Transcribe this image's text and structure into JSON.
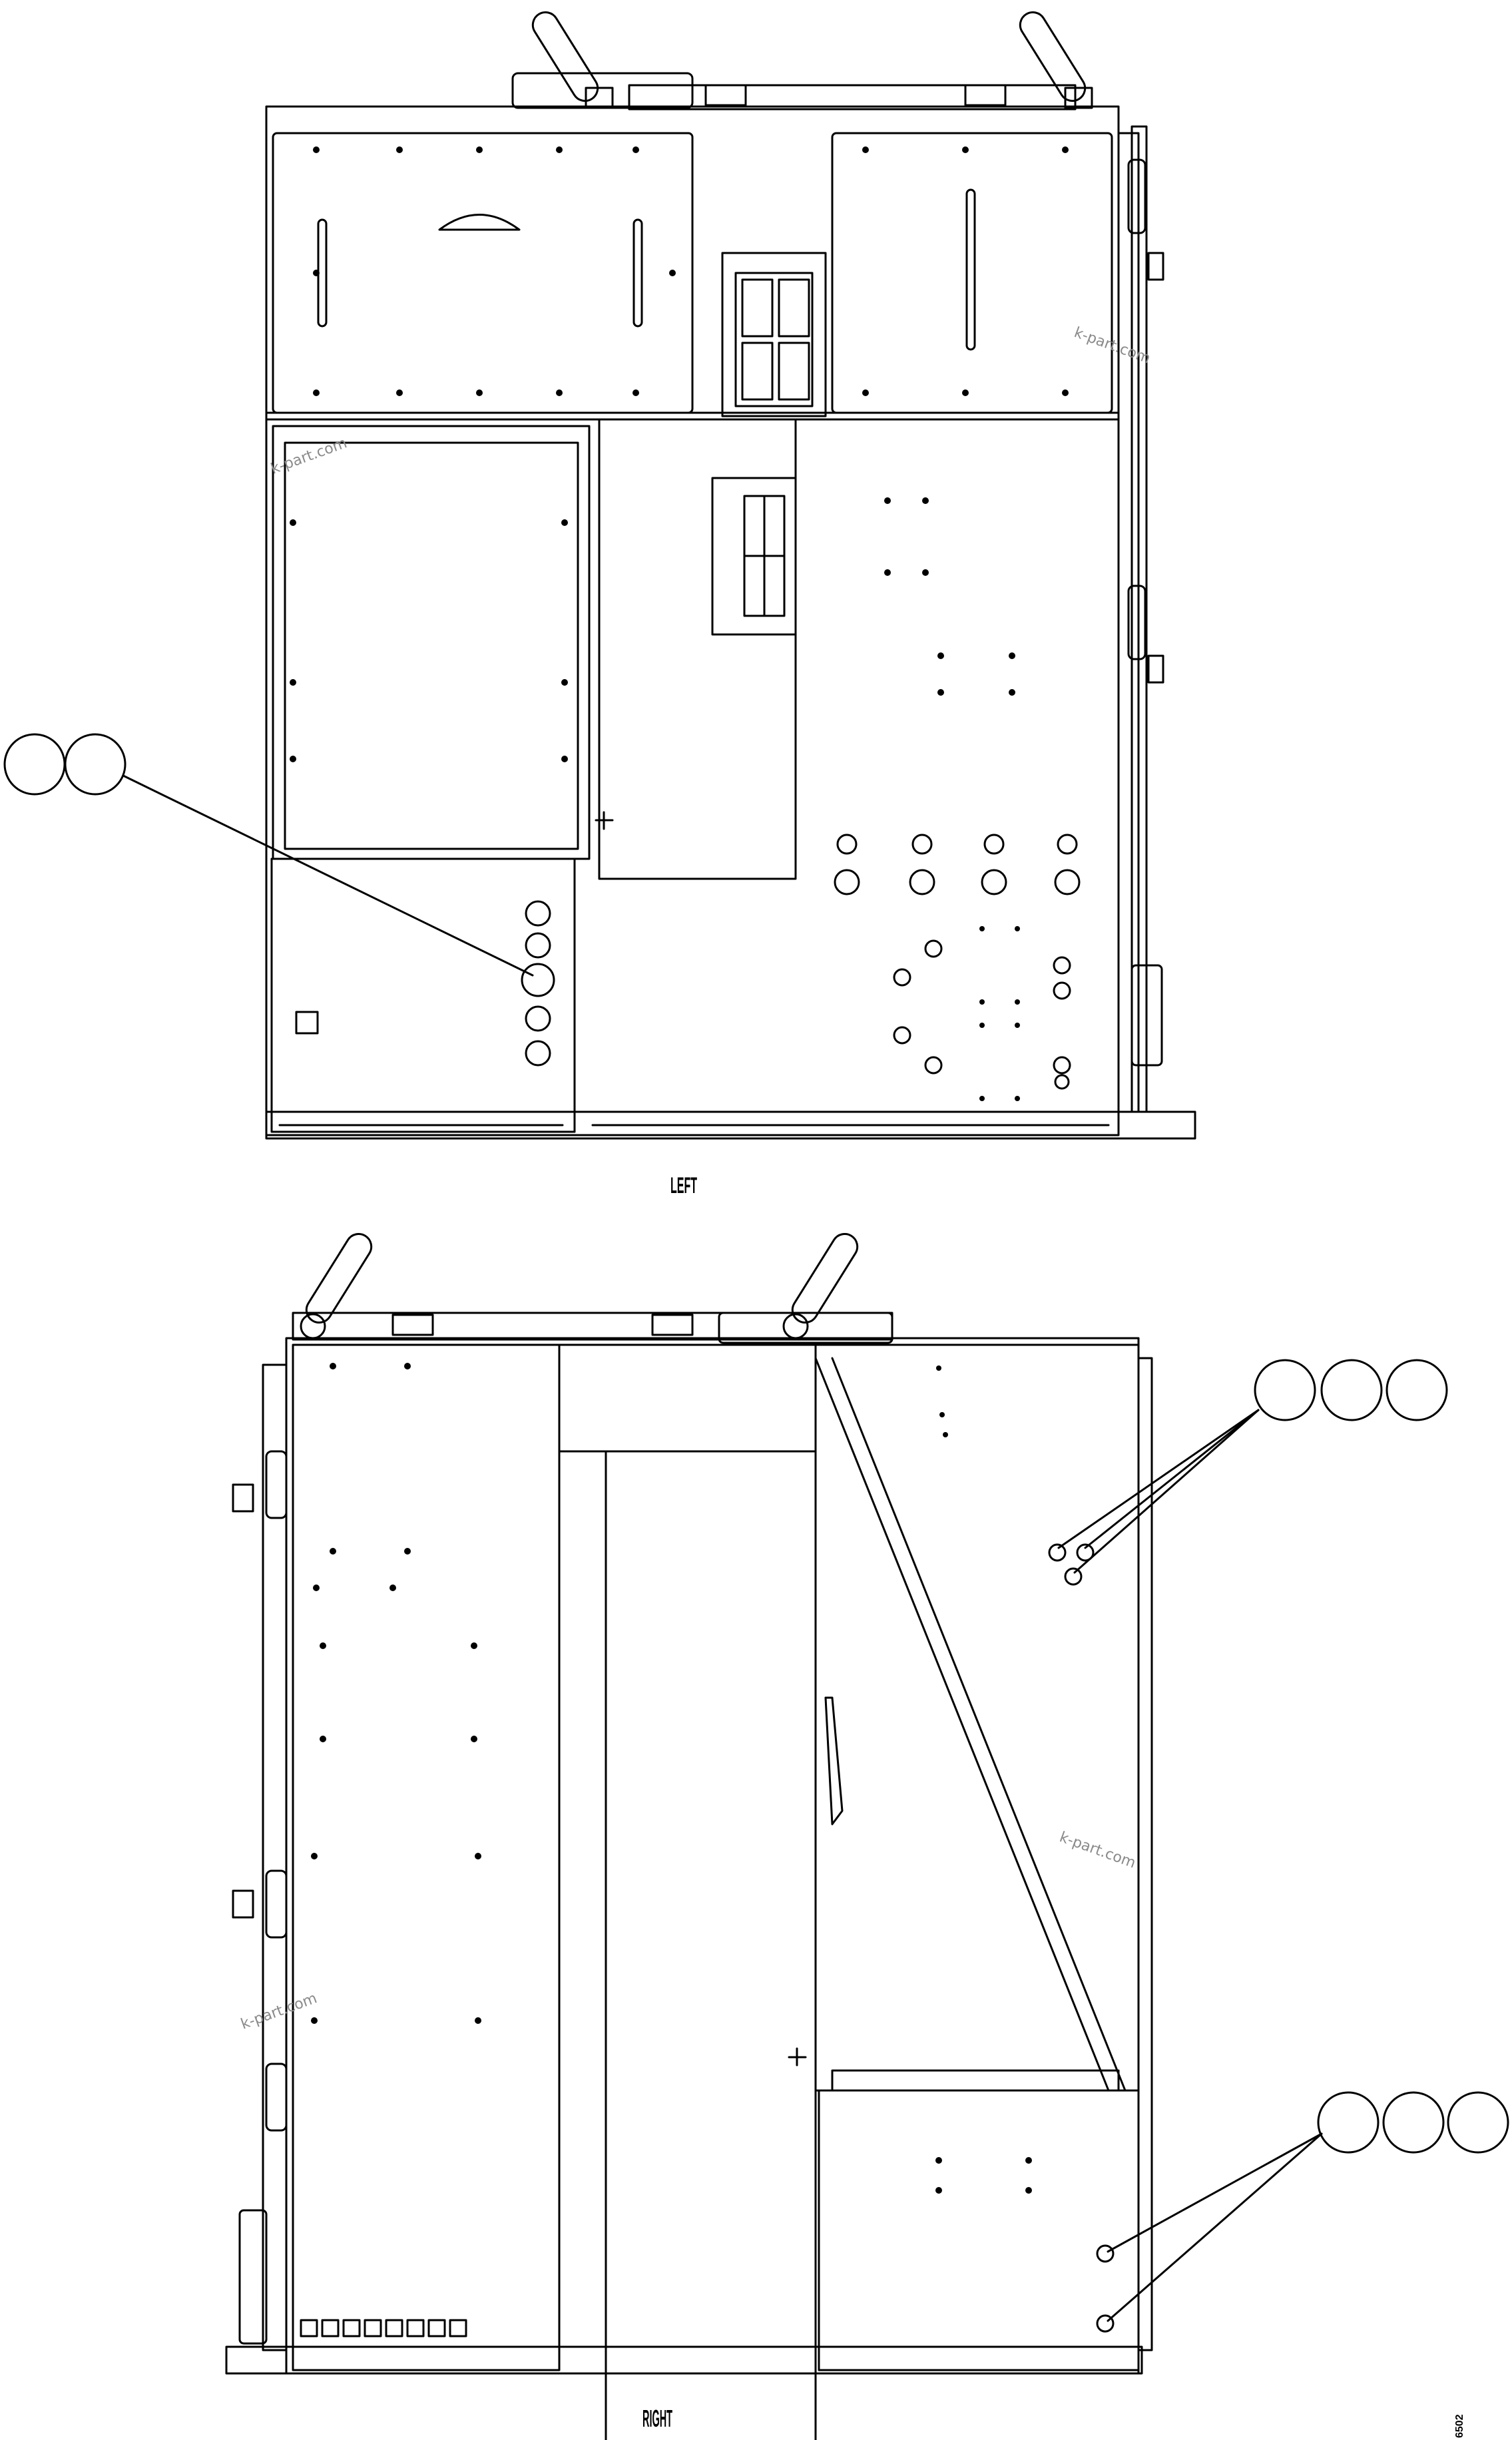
{
  "views": {
    "left": {
      "label": "LEFT"
    },
    "right": {
      "label": "RIGHT"
    }
  },
  "watermark": {
    "text": "k-part.com"
  },
  "drawing_code": {
    "text": "6502"
  },
  "callouts": {
    "left_view": {
      "balloon_count": 2
    },
    "right_upper": {
      "balloon_count": 3
    },
    "right_lower": {
      "balloon_count": 3
    }
  }
}
